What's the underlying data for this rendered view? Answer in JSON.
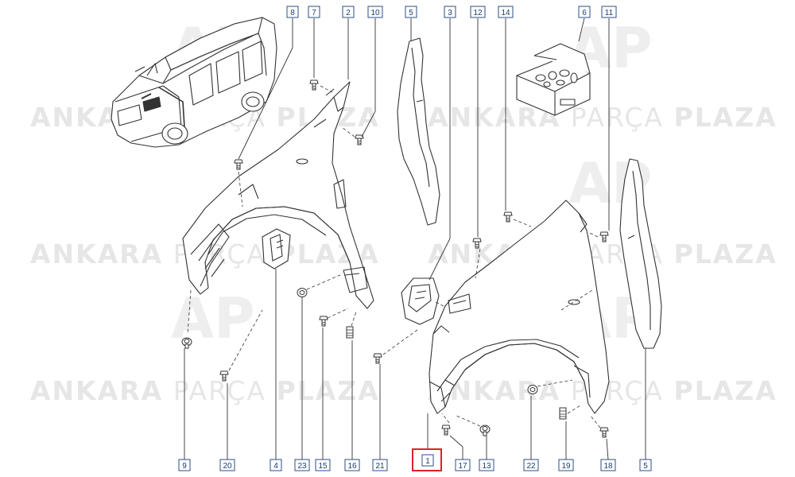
{
  "watermark": {
    "text_bold_1": "ANKARA",
    "text_light": "PARÇA",
    "text_bold_2": "PLAZA",
    "logo": "AP"
  },
  "callouts": [
    {
      "id": "c8",
      "number": "8"
    },
    {
      "id": "c7",
      "number": "7"
    },
    {
      "id": "c2",
      "number": "2"
    },
    {
      "id": "c10",
      "number": "10"
    },
    {
      "id": "c5top",
      "number": "5"
    },
    {
      "id": "c3",
      "number": "3"
    },
    {
      "id": "c12",
      "number": "12"
    },
    {
      "id": "c14",
      "number": "14"
    },
    {
      "id": "c6",
      "number": "6"
    },
    {
      "id": "c11",
      "number": "11"
    },
    {
      "id": "c9",
      "number": "9"
    },
    {
      "id": "c20",
      "number": "20"
    },
    {
      "id": "c4",
      "number": "4"
    },
    {
      "id": "c23",
      "number": "23"
    },
    {
      "id": "c15",
      "number": "15"
    },
    {
      "id": "c16",
      "number": "16"
    },
    {
      "id": "c21",
      "number": "21"
    },
    {
      "id": "c1",
      "number": "1",
      "highlighted": true
    },
    {
      "id": "c17",
      "number": "17"
    },
    {
      "id": "c13",
      "number": "13"
    },
    {
      "id": "c22",
      "number": "22"
    },
    {
      "id": "c19",
      "number": "19"
    },
    {
      "id": "c18",
      "number": "18"
    },
    {
      "id": "c5bot",
      "number": "5"
    }
  ],
  "colors": {
    "callout_border": "#2b4f86",
    "callout_text": "#1a3d6e",
    "highlight": "#e0202a",
    "line": "#333333",
    "watermark": "#e6e6e6"
  }
}
